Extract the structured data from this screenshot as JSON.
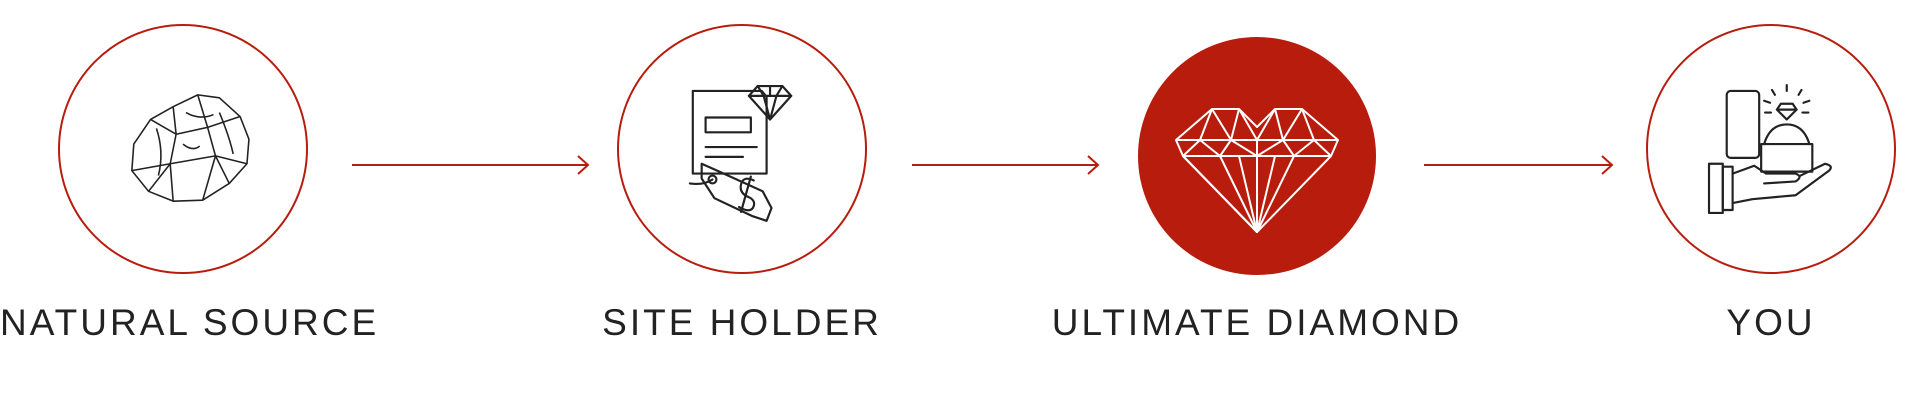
{
  "accent_color": "#b81c0d",
  "steps": [
    {
      "label": "NATURAL SOURCE",
      "icon": "rough-diamond-icon",
      "style": "outline"
    },
    {
      "label": "SITE HOLDER",
      "icon": "price-document-icon",
      "style": "outline"
    },
    {
      "label": "ULTIMATE DIAMOND",
      "icon": "heart-diamond-icon",
      "style": "filled"
    },
    {
      "label": "YOU",
      "icon": "ring-in-hand-icon",
      "style": "outline"
    }
  ]
}
